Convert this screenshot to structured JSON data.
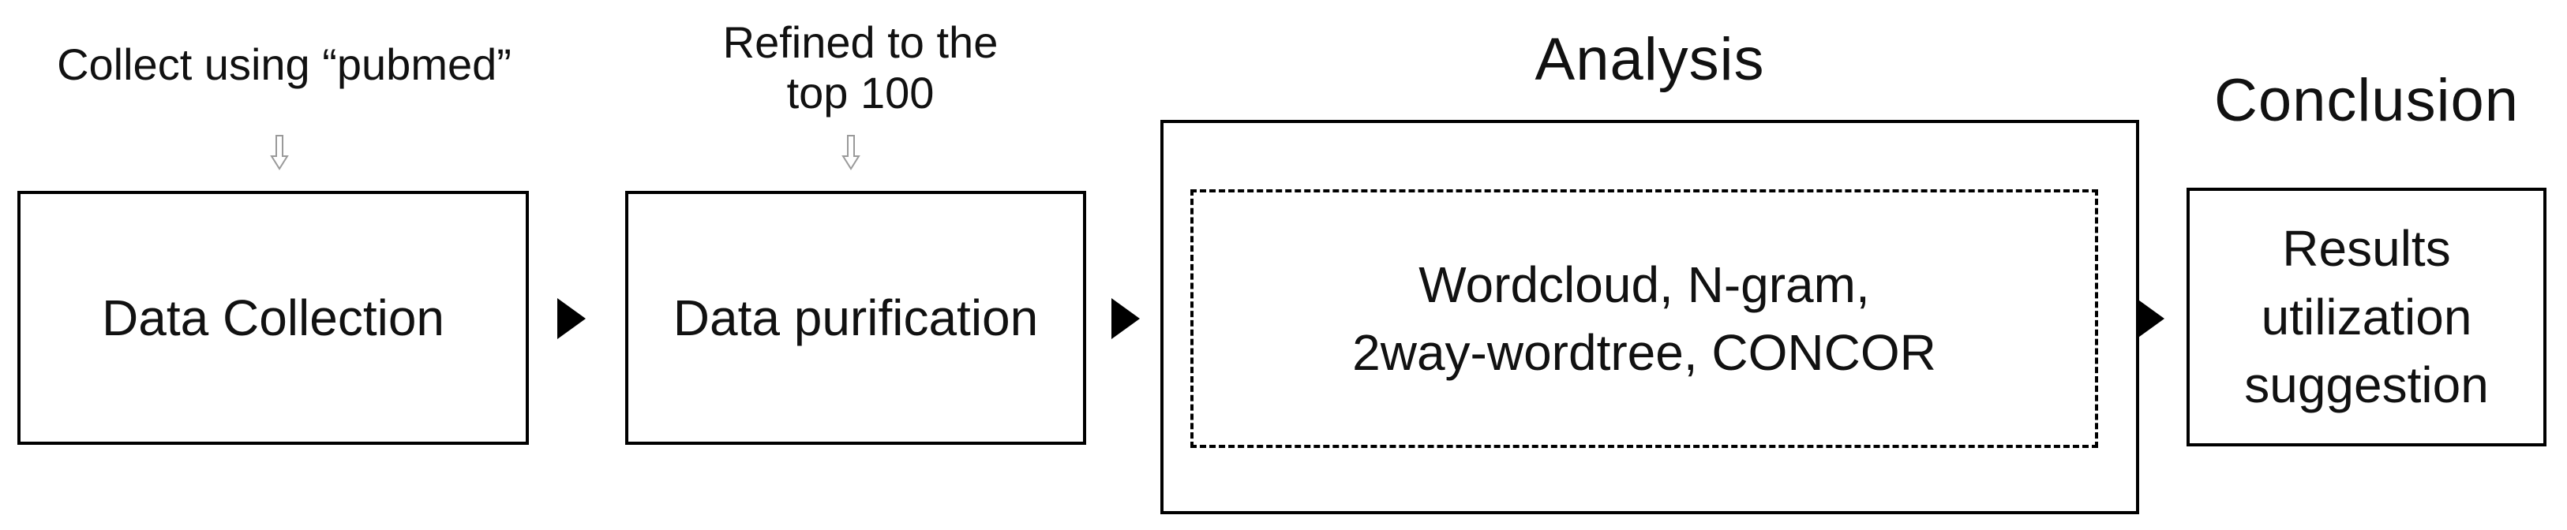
{
  "steps": {
    "collection": {
      "annotation": "Collect using “pubmed”",
      "box_label": "Data Collection"
    },
    "purification": {
      "annotation_line1": "Refined to the",
      "annotation_line2": "top 100",
      "box_label": "Data purification"
    },
    "analysis": {
      "heading": "Analysis",
      "inner_line1": "Wordcloud, N-gram,",
      "inner_line2": "2way-wordtree, CONCOR"
    },
    "conclusion": {
      "heading": "Conclusion",
      "box_line1": "Results utilization",
      "box_line2": "suggestion"
    }
  },
  "colors": {
    "stroke": "#000000",
    "down_arrow": "#9a9a9a"
  },
  "icons": {
    "down_arrow": "hollow-down-arrow-icon",
    "flow_arrow": "triangle-right-arrow-icon"
  }
}
